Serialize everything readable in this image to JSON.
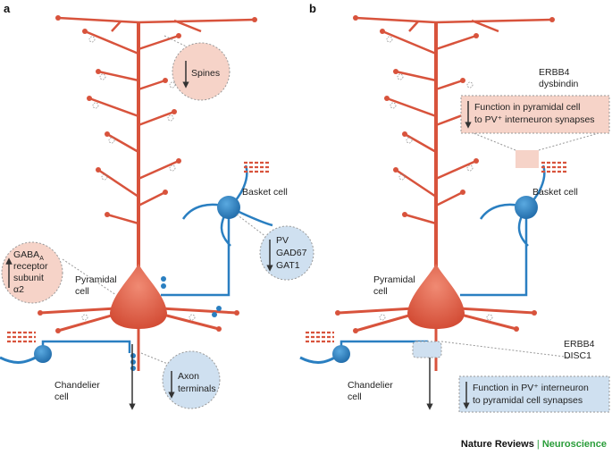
{
  "panels": {
    "a": {
      "letter": "a",
      "spines_label": "Spines",
      "basket_cell": "Basket cell",
      "pv_markers": [
        "PV",
        "GAD67",
        "GAT1"
      ],
      "gaba_label": [
        "GABA",
        "A",
        "receptor",
        "subunit",
        "α2"
      ],
      "pyramidal_cell": [
        "Pyramidal",
        "cell"
      ],
      "chandelier_cell": [
        "Chandelier",
        "cell"
      ],
      "axon_terminals": [
        "Axon",
        "terminals"
      ]
    },
    "b": {
      "letter": "b",
      "genes_top": [
        "ERBB4",
        "dysbindin"
      ],
      "function_top": [
        "Function in pyramidal cell",
        "to PV⁺ interneuron synapses"
      ],
      "basket_cell": "Basket cell",
      "pyramidal_cell": [
        "Pyramidal",
        "cell"
      ],
      "genes_bottom": [
        "ERBB4",
        "DISC1"
      ],
      "function_bottom": [
        "Function in PV⁺ interneuron",
        "to pyramidal cell synapses"
      ],
      "chandelier_cell": [
        "Chandelier",
        "cell"
      ]
    }
  },
  "credit": {
    "publisher": "Nature Reviews",
    "separator": "|",
    "journal": "Neuroscience"
  },
  "colors": {
    "pyramidal": "#e0614a",
    "interneuron": "#2a7fc1",
    "pink_box": "#f6d3c8",
    "blue_box": "#cfe0f0"
  }
}
